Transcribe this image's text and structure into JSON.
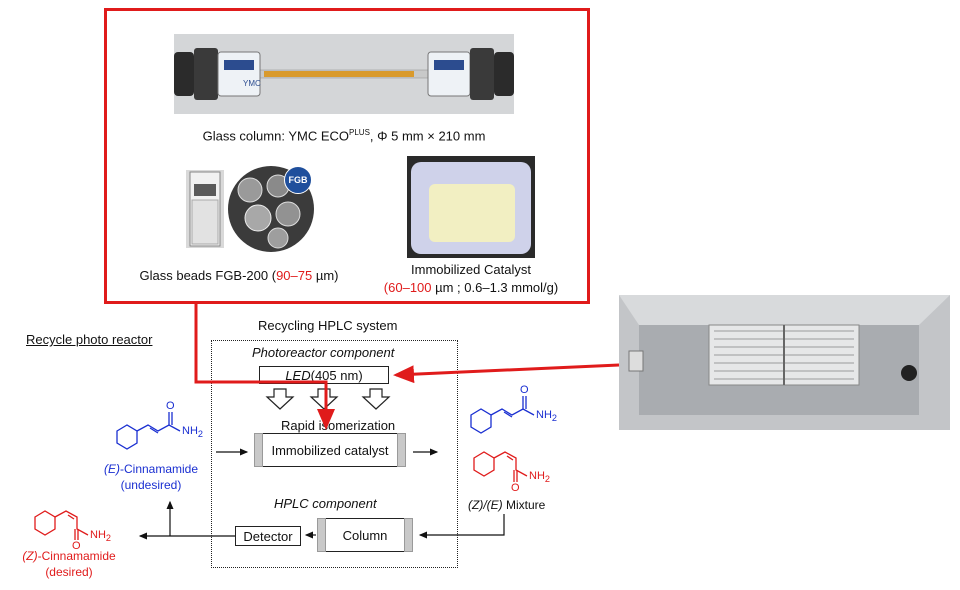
{
  "materials": {
    "column_caption_prefix": "Glass column: YMC ECO",
    "column_caption_sup": "PLUS",
    "column_caption_suffix": ", Φ 5 mm × 210 mm",
    "column_photo_label": "YMC",
    "beads_caption_prefix": "Glass beads FGB-200 (",
    "beads_caption_size": "90–75",
    "beads_caption_suffix": " µm)",
    "fgb_badge": "FGB",
    "catalyst_caption_line1": "Immobilized Catalyst",
    "catalyst_size": "60–100",
    "catalyst_caption_rest": " µm ; 0.6–1.3 mmol/g)",
    "catalyst_caption_open": "("
  },
  "labels": {
    "recycle_photo_reactor": "Recycle photo reactor",
    "recycling_hplc_system": "Recycling HPLC system",
    "photoreactor_component": "Photoreactor component",
    "led_prefix": "LED",
    "led_suffix": " (405 nm)",
    "rapid_isomerization": "Rapid isomerization",
    "immobilized_catalyst": "Immobilized catalyst",
    "hplc_component": "HPLC component",
    "column": "Column",
    "detector": "Detector"
  },
  "molecules": {
    "nh2": "NH",
    "nh2_sub": "2",
    "o": "O",
    "e_name_italic": "(E)",
    "e_name_rest": "-Cinnamamide",
    "e_note": "(undesired)",
    "z_name_italic": "(Z)",
    "z_name_rest": "-Cinnamamide",
    "z_note": "(desired)",
    "mixture_italic": "(Z)/(E)",
    "mixture_rest": " Mixture"
  },
  "colors": {
    "red": "#e01b1b",
    "blue": "#1a2fd1"
  }
}
